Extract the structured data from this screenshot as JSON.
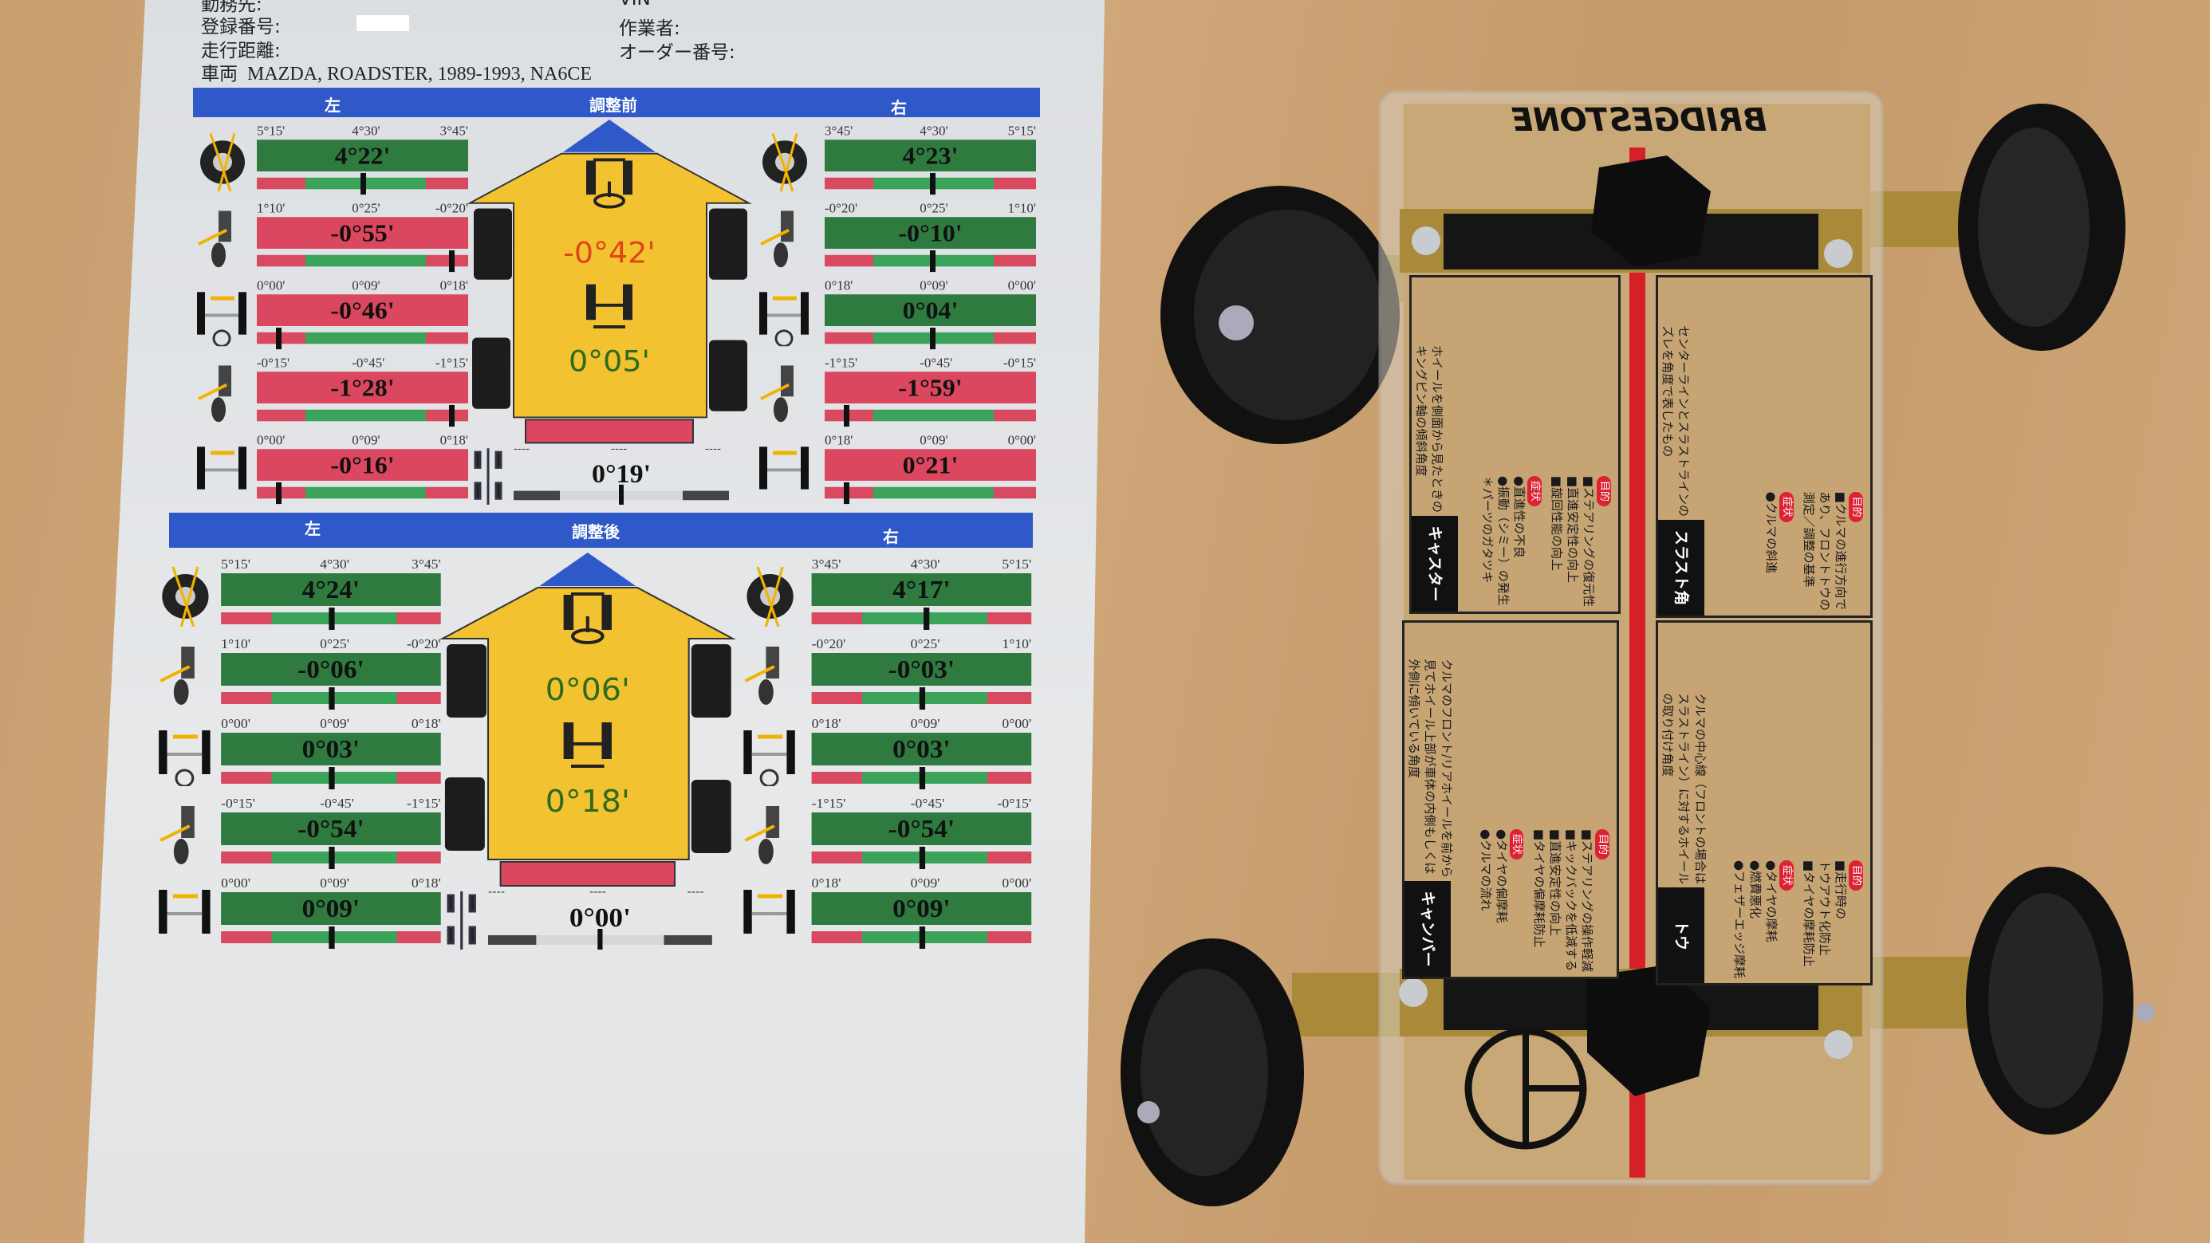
{
  "report": {
    "header": {
      "workplace_label": "勤務先:",
      "registration_label": "登録番号:",
      "mileage_label": "走行距離:",
      "vehicle_label": "車両",
      "vehicle_value": "MAZDA, ROADSTER, 1989-1993, NA6CE",
      "vin_label": "VIN",
      "operator_label": "作業者:",
      "order_label": "オーダー番号:"
    },
    "colors": {
      "ok": "#2e7a3f",
      "bad": "#dc4760",
      "band": "#2f58c9",
      "car": "#f2c230"
    },
    "panels": [
      {
        "title": "調整前",
        "left_label": "左",
        "right_label": "右",
        "left": [
          {
            "name": "caster",
            "scale": [
              "5°15'",
              "4°30'",
              "3°45'"
            ],
            "value": "4°22'",
            "status": "ok",
            "marker": 0.5
          },
          {
            "name": "camber",
            "scale": [
              "1°10'",
              "0°25'",
              "-0°20'"
            ],
            "value": "-0°55'",
            "status": "bad",
            "marker": 0.92
          },
          {
            "name": "toe",
            "scale": [
              "0°00'",
              "0°09'",
              "0°18'"
            ],
            "value": "-0°46'",
            "status": "bad",
            "marker": 0.1
          },
          {
            "name": "rear-camber",
            "scale": [
              "-0°15'",
              "-0°45'",
              "-1°15'"
            ],
            "value": "-1°28'",
            "status": "bad",
            "marker": 0.92
          },
          {
            "name": "rear-toe",
            "scale": [
              "0°00'",
              "0°09'",
              "0°18'"
            ],
            "value": "-0°16'",
            "status": "bad",
            "marker": 0.1
          }
        ],
        "right": [
          {
            "name": "caster",
            "scale": [
              "3°45'",
              "4°30'",
              "5°15'"
            ],
            "value": "4°23'",
            "status": "ok",
            "marker": 0.51
          },
          {
            "name": "camber",
            "scale": [
              "-0°20'",
              "0°25'",
              "1°10'"
            ],
            "value": "-0°10'",
            "status": "ok",
            "marker": 0.51
          },
          {
            "name": "toe",
            "scale": [
              "0°18'",
              "0°09'",
              "0°00'"
            ],
            "value": "0°04'",
            "status": "ok",
            "marker": 0.51
          },
          {
            "name": "rear-camber",
            "scale": [
              "-1°15'",
              "-0°45'",
              "-0°15'"
            ],
            "value": "-1°59'",
            "status": "bad",
            "marker": 0.1
          },
          {
            "name": "rear-toe",
            "scale": [
              "0°18'",
              "0°09'",
              "0°00'"
            ],
            "value": "0°21'",
            "status": "bad",
            "marker": 0.1
          }
        ],
        "center": {
          "front_total_toe": "-0°42'",
          "front_status": "bad",
          "rear_total_toe": "0°05'",
          "thrust_scale": [
            "----",
            "----",
            "----"
          ],
          "thrust_value": "0°19'",
          "thrust_marker": 0.5
        }
      },
      {
        "title": "調整後",
        "left_label": "左",
        "right_label": "右",
        "left": [
          {
            "name": "caster",
            "scale": [
              "5°15'",
              "4°30'",
              "3°45'"
            ],
            "value": "4°24'",
            "status": "ok",
            "marker": 0.5
          },
          {
            "name": "camber",
            "scale": [
              "1°10'",
              "0°25'",
              "-0°20'"
            ],
            "value": "-0°06'",
            "status": "ok",
            "marker": 0.5
          },
          {
            "name": "toe",
            "scale": [
              "0°00'",
              "0°09'",
              "0°18'"
            ],
            "value": "0°03'",
            "status": "ok",
            "marker": 0.5
          },
          {
            "name": "rear-camber",
            "scale": [
              "-0°15'",
              "-0°45'",
              "-1°15'"
            ],
            "value": "-0°54'",
            "status": "ok",
            "marker": 0.5
          },
          {
            "name": "rear-toe",
            "scale": [
              "0°00'",
              "0°09'",
              "0°18'"
            ],
            "value": "0°09'",
            "status": "ok",
            "marker": 0.5
          }
        ],
        "right": [
          {
            "name": "caster",
            "scale": [
              "3°45'",
              "4°30'",
              "5°15'"
            ],
            "value": "4°17'",
            "status": "ok",
            "marker": 0.52
          },
          {
            "name": "camber",
            "scale": [
              "-0°20'",
              "0°25'",
              "1°10'"
            ],
            "value": "-0°03'",
            "status": "ok",
            "marker": 0.5
          },
          {
            "name": "toe",
            "scale": [
              "0°18'",
              "0°09'",
              "0°00'"
            ],
            "value": "0°03'",
            "status": "ok",
            "marker": 0.5
          },
          {
            "name": "rear-camber",
            "scale": [
              "-1°15'",
              "-0°45'",
              "-0°15'"
            ],
            "value": "-0°54'",
            "status": "ok",
            "marker": 0.5
          },
          {
            "name": "rear-toe",
            "scale": [
              "0°18'",
              "0°09'",
              "0°00'"
            ],
            "value": "0°09'",
            "status": "ok",
            "marker": 0.5
          }
        ],
        "center": {
          "front_total_toe": "0°06'",
          "front_status": "ok",
          "rear_total_toe": "0°18'",
          "thrust_scale": [
            "----",
            "----",
            "----"
          ],
          "thrust_value": "0°00'",
          "thrust_marker": 0.5
        }
      }
    ]
  },
  "model": {
    "brand_logo": "BRIDGESTONE",
    "purpose_badge": "目的",
    "symptom_badge": "症状",
    "cards": [
      {
        "title": "キャスター",
        "desc": [
          "ホイールを側面から見たときの",
          "キングピン軸の傾斜角度"
        ],
        "purpose": [
          "■ステアリングの復元性",
          "■直進安定性の向上",
          "■旋回性能の向上"
        ],
        "symptom": [
          "●直進性の不良",
          "●振動（シミー）の発生",
          "＊パーツのガタツキ"
        ]
      },
      {
        "title": "スラスト角",
        "desc": [
          "センターラインとスラストラインの",
          "ズレを角度で表したもの"
        ],
        "purpose": [
          "■クルマの進行方向で",
          "あり、フロントトウの",
          "測定／調整の基準"
        ],
        "symptom": [
          "●クルマの斜進"
        ]
      },
      {
        "title": "キャンバー",
        "desc": [
          "クルマのフロント/リアホイールを前から",
          "見てホイール上部が車体の内側もしくは",
          "外側に傾いている角度"
        ],
        "purpose": [
          "■ステアリングの操作軽減",
          "■キックバックを低減する",
          "■直進安定性の向上",
          "■タイヤの偏摩耗防止"
        ],
        "symptom": [
          "●タイヤの偏摩耗",
          "●クルマの流れ"
        ]
      },
      {
        "title": "トウ",
        "desc": [
          "クルマの中心線（フロントの場合は",
          "スラストライン）に対するホイール",
          "の取り付け角度"
        ],
        "purpose": [
          "■走行時の",
          "トウアウト化防止",
          "■タイヤの摩耗防止"
        ],
        "symptom": [
          "●タイヤの摩耗",
          "●燃費悪化",
          "●フェザーエッジ摩耗"
        ]
      }
    ]
  }
}
